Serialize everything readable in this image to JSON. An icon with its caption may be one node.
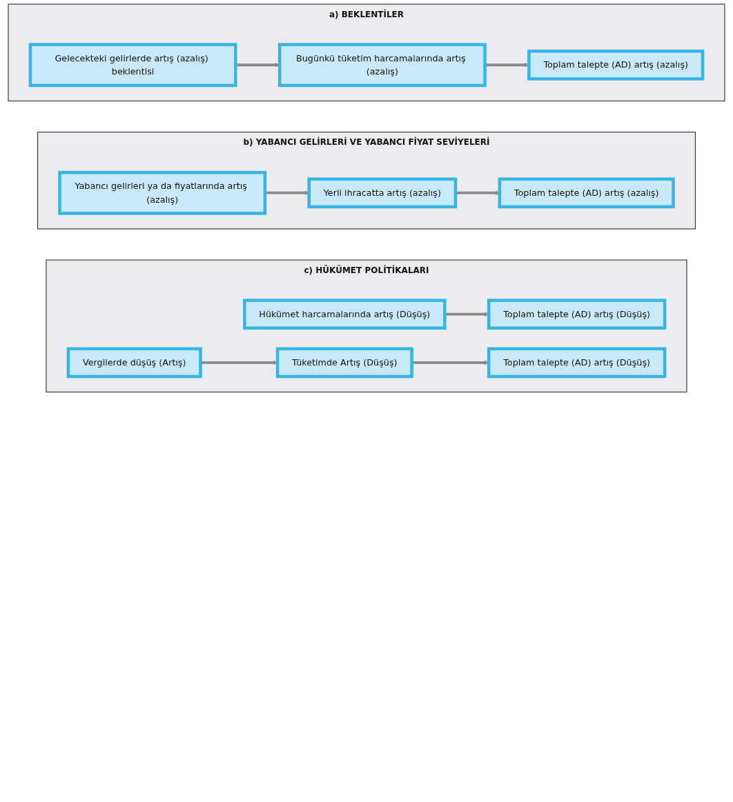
{
  "diagram": {
    "nodes": [
      {
        "text": [
          "a)  BEKLENTİLER"
        ]
      },
      {
        "text": [
          "Gelecekteki gelirlerde artış (azalış) beklentisi"
        ],
        "in": 0
      },
      {
        "text": [
          "Bugünkü tüketim harcamalarında artış (azalış)"
        ],
        "in": 0
      },
      {
        "text": [
          "Toplam talepte (AD) artış (azalış)"
        ],
        "in": 0
      },
      {
        "text": [
          "b)  YABANCI GELİRLERİ VE YABANCI FİYAT SEVİYELERİ"
        ]
      },
      {
        "text": [
          "Yabancı gelirleri ya da fiyatlarında artış (azalış)"
        ],
        "in": 4
      },
      {
        "text": [
          "Yerli ihracatta artış (azalış)"
        ],
        "in": 4
      },
      {
        "text": [
          "Toplam talepte (AD) artış (azalış)"
        ],
        "in": 4
      },
      {
        "text": [
          "c) HÜKÜMET POLİTİKALARI"
        ]
      },
      {
        "text": [
          "Hükümet harcamalarında artış (Düşüş)"
        ],
        "in": 8
      },
      {
        "text": [
          "Toplam talepte (AD) artış (Düşüş)"
        ],
        "in": 8
      },
      {
        "text": [
          "Vergilerde düşüş (Artış)"
        ],
        "in": 8
      },
      {
        "text": [
          "Tüketimde Artış (Düşüş)"
        ],
        "in": 8
      },
      {
        "text": [
          "Toplam talepte (AD) artış (Düşüş)"
        ],
        "in": 8
      }
    ],
    "edges": [
      {
        "from": 1,
        "to": 2,
        "arrow": "to"
      },
      {
        "from": 2,
        "to": 3,
        "arrow": "to"
      },
      {
        "from": 5,
        "to": 6,
        "arrow": "to"
      },
      {
        "from": 6,
        "to": 7,
        "arrow": "to"
      },
      {
        "from": 9,
        "to": 10,
        "arrow": "to"
      },
      {
        "from": 11,
        "to": 12,
        "arrow": "to"
      },
      {
        "from": 12,
        "to": 13,
        "arrow": "to"
      }
    ]
  }
}
